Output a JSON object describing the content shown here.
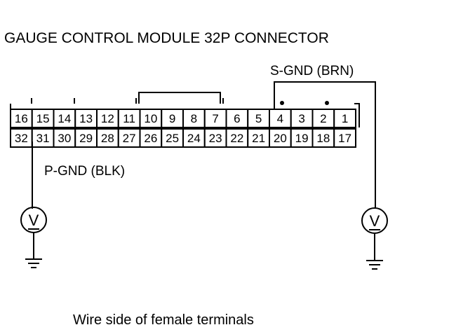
{
  "title": "GAUGE CONTROL MODULE 32P CONNECTOR",
  "caption": "Wire side of female terminals",
  "s_gnd_label": "S-GND (BRN)",
  "p_gnd_label": "P-GND (BLK)",
  "meter_symbol": "V",
  "top_row_pins": [
    "16",
    "15",
    "14",
    "13",
    "12",
    "11",
    "10",
    "9",
    "8",
    "7",
    "6",
    "5",
    "4",
    "3",
    "2",
    "1"
  ],
  "bottom_row_pins": [
    "32",
    "31",
    "30",
    "29",
    "28",
    "27",
    "26",
    "25",
    "24",
    "23",
    "22",
    "21",
    "20",
    "19",
    "18",
    "17"
  ],
  "icons": [
    "voltmeter-icon",
    "ground-icon"
  ]
}
